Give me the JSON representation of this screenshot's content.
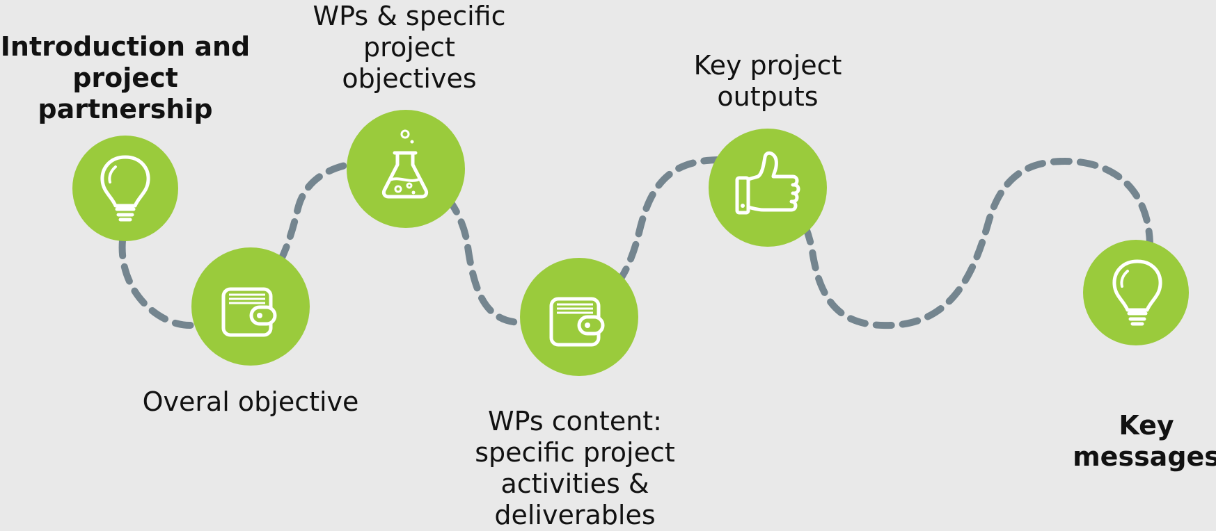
{
  "colors": {
    "background": "#e9e9e9",
    "circle": "#9acb3c",
    "path": "#74858f",
    "icon": "#ffffff",
    "text": "#111111"
  },
  "steps": [
    {
      "id": 1,
      "icon": "lightbulb-icon",
      "lines": [
        "Introduction and",
        "project",
        "partnership"
      ],
      "bold": true
    },
    {
      "id": 2,
      "icon": "wallet-icon",
      "lines": [
        "Overal objective"
      ],
      "bold": false
    },
    {
      "id": 3,
      "icon": "flask-icon",
      "lines": [
        "WPs & specific",
        "project",
        "objectives"
      ],
      "bold": false
    },
    {
      "id": 4,
      "icon": "wallet-icon",
      "lines": [
        "WPs content:",
        "specific project",
        "activities &",
        "deliverables"
      ],
      "bold": false
    },
    {
      "id": 5,
      "icon": "thumbs-up-icon",
      "lines": [
        "Key project",
        "outputs"
      ],
      "bold": false
    },
    {
      "id": 6,
      "icon": "lightbulb-icon",
      "lines": [
        "Key",
        "messages"
      ],
      "bold": true
    }
  ]
}
